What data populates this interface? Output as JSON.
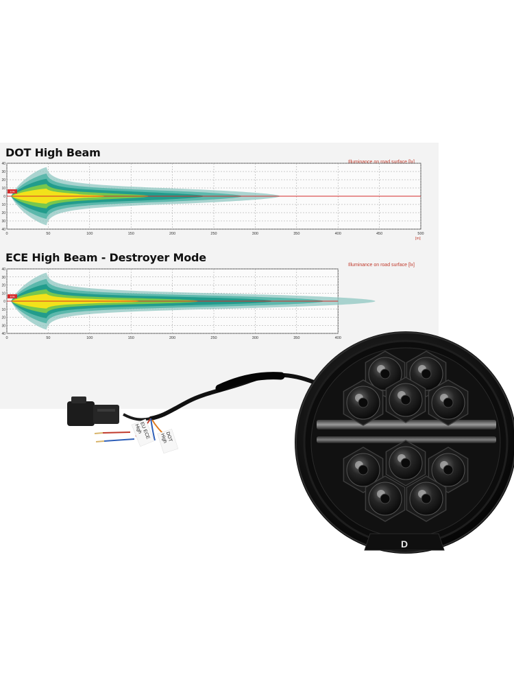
{
  "charts": [
    {
      "title": "DOT High Beam",
      "legend": "Illuminance on road surface [lx]",
      "x_ticks": [
        "0",
        "50",
        "100",
        "150",
        "200",
        "250",
        "300",
        "350",
        "400",
        "450",
        "500"
      ],
      "y_ticks": [
        "40",
        "30",
        "20",
        "10",
        "0",
        "10",
        "20",
        "30",
        "40"
      ],
      "x_unit": "[m]",
      "marker_label": "10lx",
      "beam_reach_m": 330
    },
    {
      "title": "ECE High Beam - Destroyer Mode",
      "legend": "Illuminance on road surface [lx]",
      "x_ticks": [
        "0",
        "50",
        "100",
        "150",
        "200",
        "250",
        "300",
        "350",
        "400"
      ],
      "y_ticks": [
        "40",
        "30",
        "20",
        "10",
        "0",
        "10",
        "20",
        "30",
        "40"
      ],
      "x_unit": "",
      "marker_label": "10lx",
      "beam_reach_m": 445
    }
  ],
  "wire_tags": {
    "tag1": "EU ECE High",
    "tag2": "DOT High"
  },
  "logo": "D",
  "colors": {
    "beam_outer": "#8fc7c1",
    "beam_mid": "#1f9a8a",
    "beam_core": "#f2e21a",
    "ref_line": "#d42a2a",
    "grid": "#9a9a9a",
    "housing": "#161616"
  }
}
